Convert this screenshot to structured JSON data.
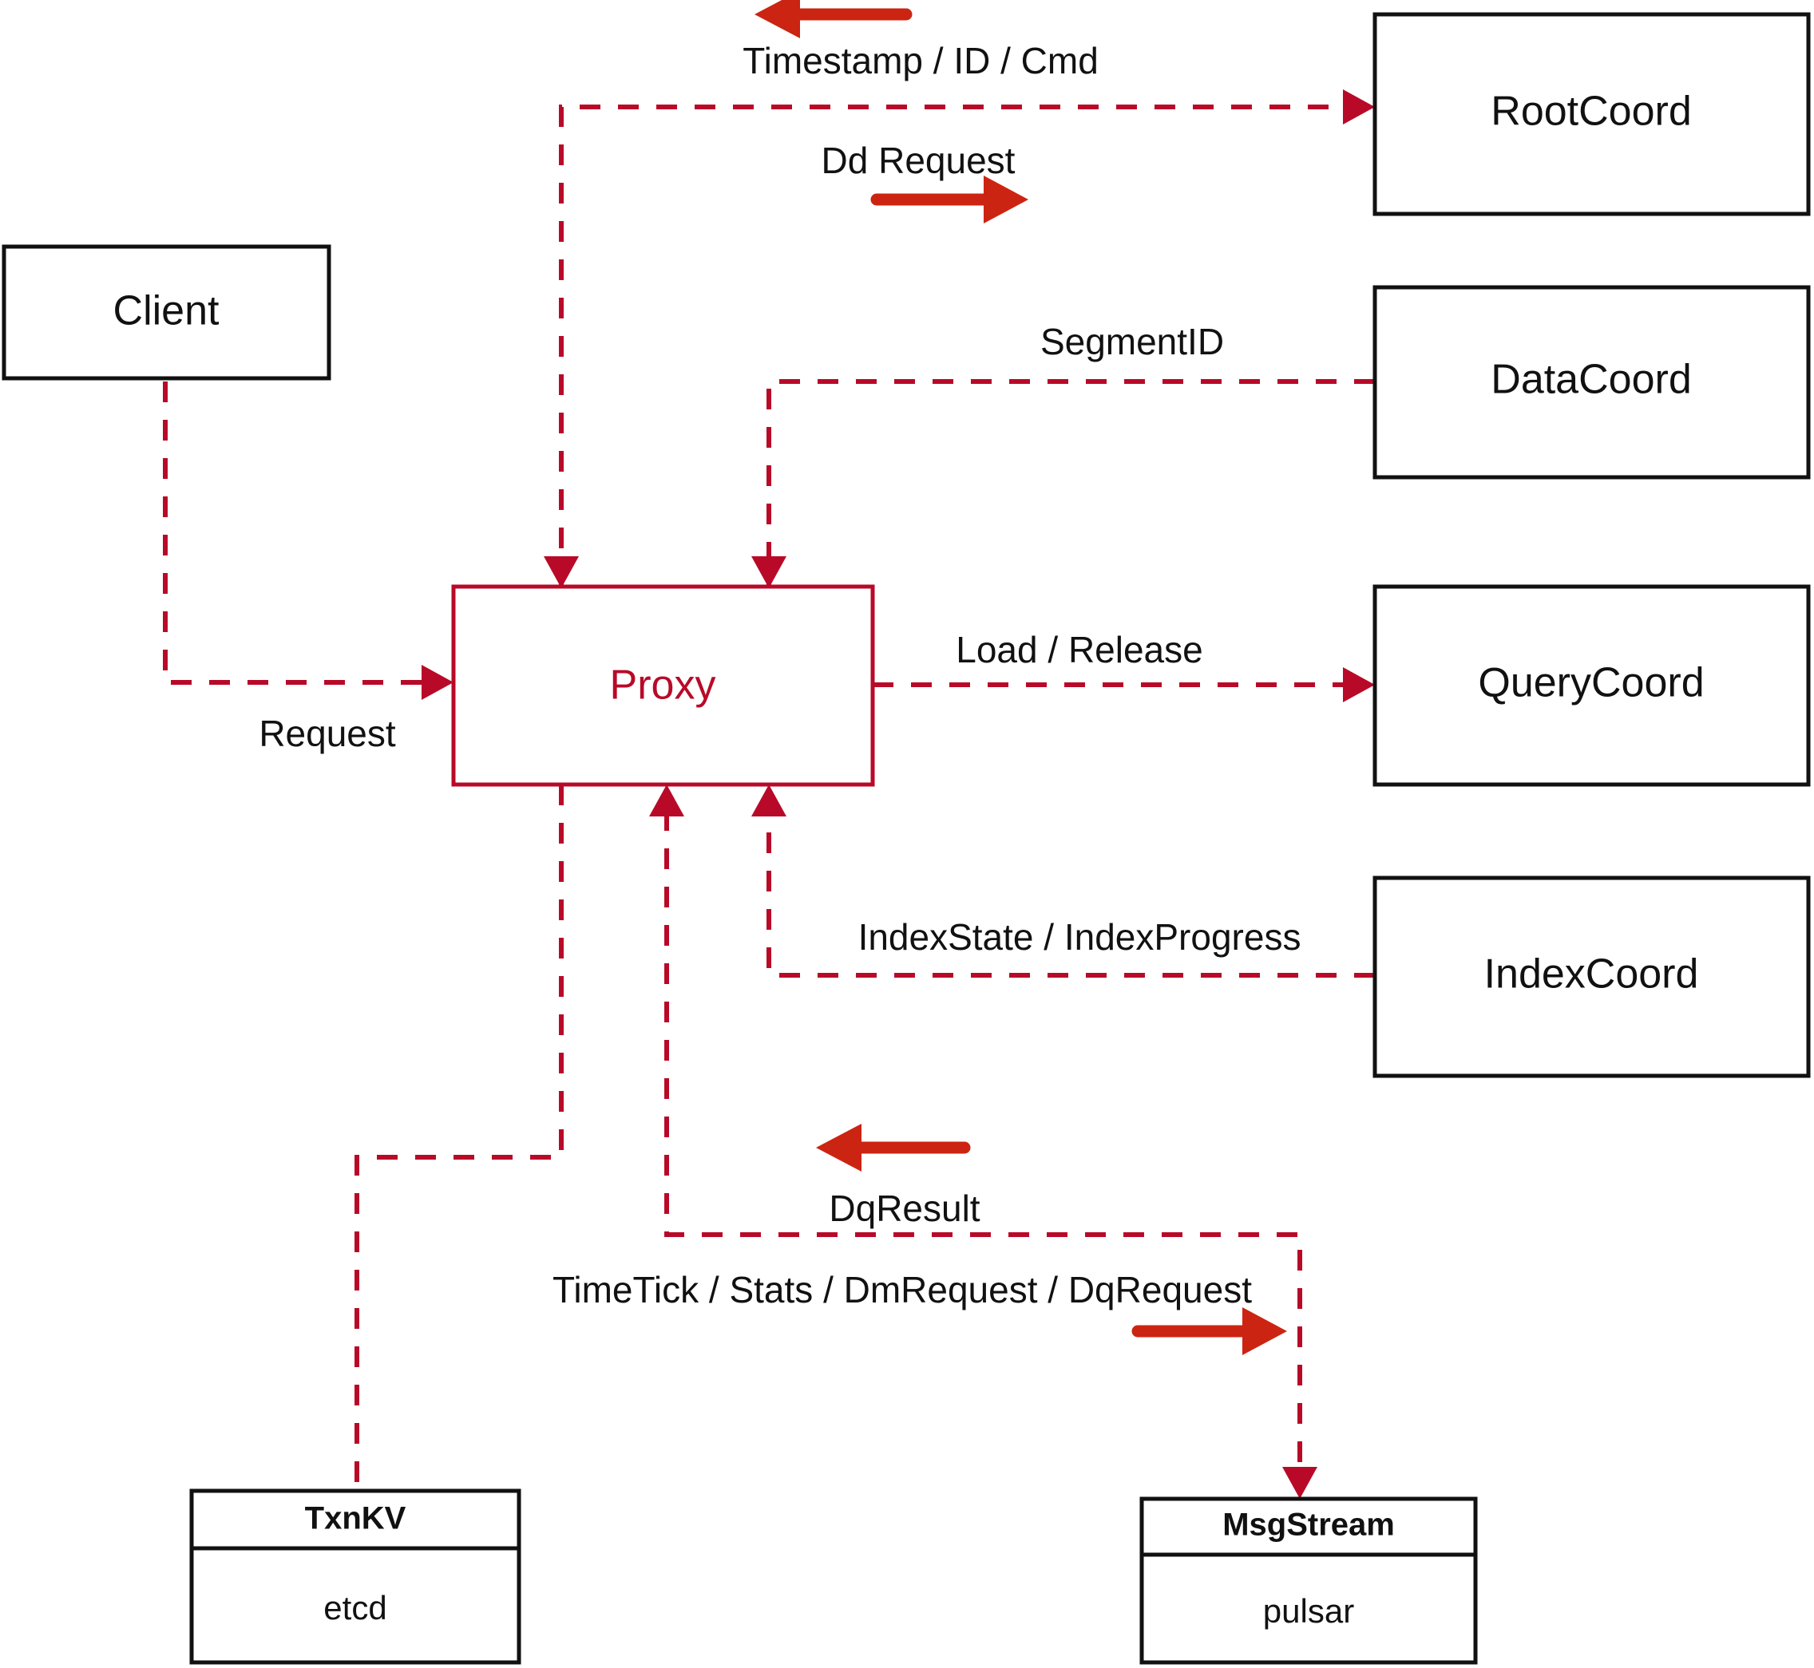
{
  "diagram": {
    "title": "Proxy component interaction diagram",
    "colors": {
      "accent_red": "#B80A28",
      "arrow_red": "#CC2412",
      "box_stroke": "#111111",
      "background": "#FFFFFF"
    },
    "nodes": {
      "client": {
        "label": "Client"
      },
      "proxy": {
        "label": "Proxy"
      },
      "root_coord": {
        "label": "RootCoord"
      },
      "data_coord": {
        "label": "DataCoord"
      },
      "query_coord": {
        "label": "QueryCoord"
      },
      "index_coord": {
        "label": "IndexCoord"
      },
      "txnkv": {
        "label": "TxnKV",
        "impl": "etcd"
      },
      "msgstream": {
        "label": "MsgStream",
        "impl": "pulsar"
      }
    },
    "edges": {
      "timestamp_id_cmd": {
        "label": "Timestamp / ID / Cmd",
        "direction": "left"
      },
      "dd_request": {
        "label": "Dd Request",
        "direction": "right"
      },
      "segment_id": {
        "label": "SegmentID",
        "direction": "left"
      },
      "request": {
        "label": "Request",
        "direction": "right"
      },
      "load_release": {
        "label": "Load / Release",
        "direction": "right"
      },
      "index_state_progress": {
        "label": "IndexState / IndexProgress",
        "direction": "left"
      },
      "dq_result": {
        "label": "DqResult",
        "direction": "left"
      },
      "timetick_stats": {
        "label": "TimeTick / Stats / DmRequest / DqRequest",
        "direction": "right"
      }
    }
  }
}
